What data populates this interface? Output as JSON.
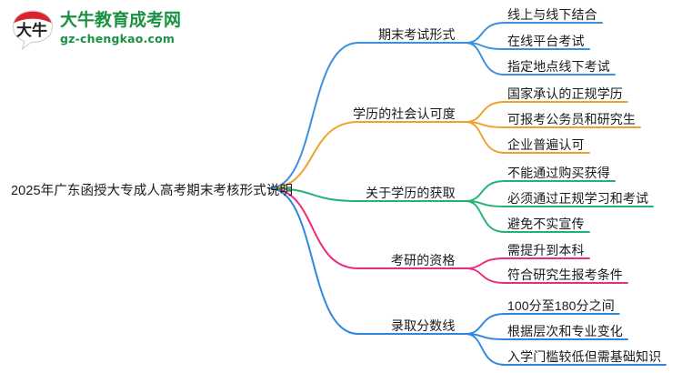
{
  "logo": {
    "mark_text": "大牛",
    "title": "大牛教育成考网",
    "url": "gz-chengkao.com",
    "brand_green": "#1a9141",
    "brand_red": "#d9232e"
  },
  "mindmap": {
    "root": {
      "label": "2025年广东函授大专成人高考期末考核形式说明"
    },
    "branches": [
      {
        "label": "期末考试形式",
        "color": "#3c8ede",
        "children": [
          "线上与线下结合",
          "在线平台考试",
          "指定地点线下考试"
        ]
      },
      {
        "label": "学历的社会认可度",
        "color": "#eda32a",
        "children": [
          "国家承认的正规学历",
          "可报考公务员和研究生",
          "企业普遍认可"
        ]
      },
      {
        "label": "关于学历的获取",
        "color": "#22b473",
        "children": [
          "不能通过购买获得",
          "必须通过正规学习和考试",
          "避免不实宣传"
        ]
      },
      {
        "label": "考研的资格",
        "color": "#ec2b7f",
        "children": [
          "需提升到本科",
          "符合研究生报考条件"
        ]
      },
      {
        "label": "录取分数线",
        "color": "#2f86e0",
        "children": [
          "100分至180分之间",
          "根据层次和专业变化",
          "入学门槛较低但需基础知识"
        ]
      }
    ]
  }
}
